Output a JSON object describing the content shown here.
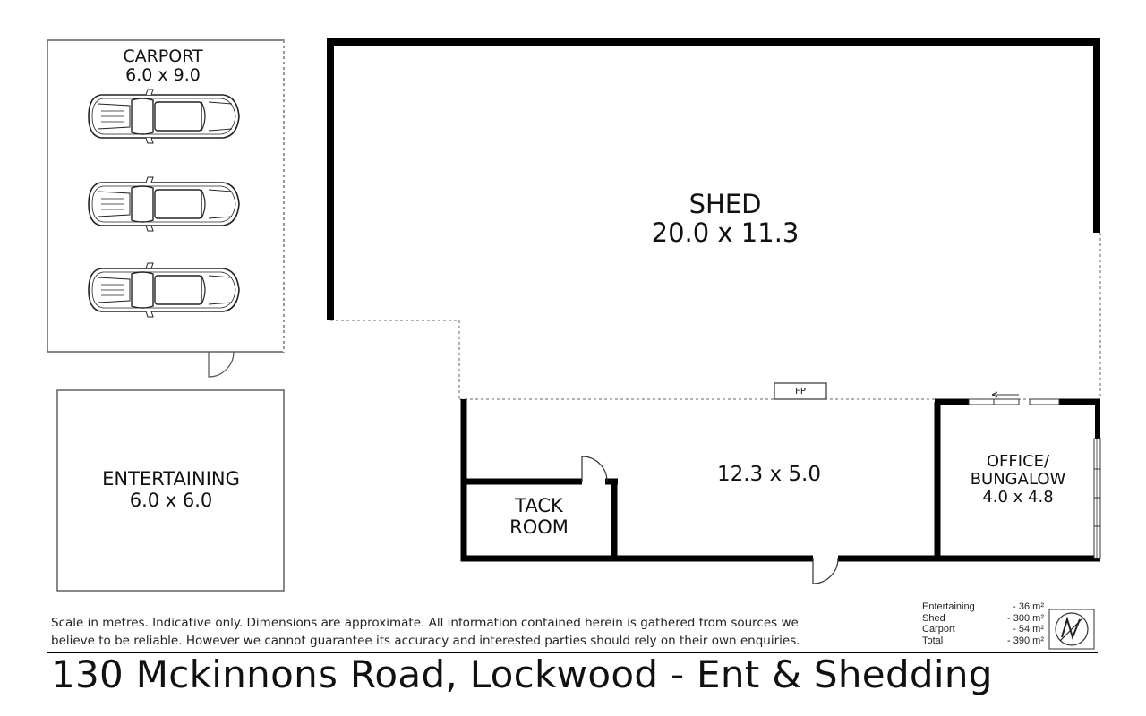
{
  "rooms": {
    "carport": {
      "name": "CARPORT",
      "dims": "6.0 x 9.0"
    },
    "shed": {
      "name": "SHED",
      "dims": "20.0 x 11.3"
    },
    "entertaining": {
      "name": "ENTERTAINING",
      "dims": "6.0 x 6.0"
    },
    "lower_area": {
      "dims": "12.3 x 5.0"
    },
    "tack_room": {
      "line1": "TACK",
      "line2": "ROOM"
    },
    "office": {
      "line1": "OFFICE/",
      "line2": "BUNGALOW",
      "dims": "4.0 x 4.8"
    },
    "fireplace": "FP"
  },
  "disclaimer": {
    "line1": "Scale in metres. Indicative only. Dimensions are approximate.  All information contained herein is gathered from sources we",
    "line2": "believe to be reliable. However we cannot guarantee its accuracy and interested parties should rely on their own enquiries."
  },
  "areas": [
    {
      "label": "Entertaining",
      "value": "-   36 m²"
    },
    {
      "label": "Shed",
      "value": "- 300 m²"
    },
    {
      "label": "Carport",
      "value": "-   54 m²"
    },
    {
      "label": "Total",
      "value": "- 390 m²"
    }
  ],
  "address": "130 Mckinnons Road, Lockwood  - Ent & Shedding",
  "colors": {
    "wall": "#000000",
    "line": "#555555",
    "background": "#ffffff"
  }
}
